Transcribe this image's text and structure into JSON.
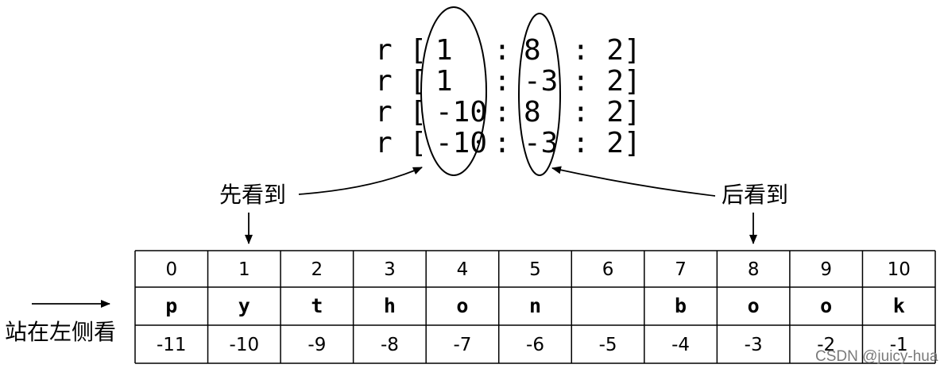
{
  "code_lines": [
    {
      "prefix": "r [",
      "start": "1",
      "sep1": ":",
      "stop": "8",
      "sep2": ": 2]"
    },
    {
      "prefix": "r [",
      "start": "1",
      "sep1": ":",
      "stop": "-3",
      "sep2": ": 2]"
    },
    {
      "prefix": "r [",
      "start": "-10",
      "sep1": ":",
      "stop": "8",
      "sep2": ": 2]"
    },
    {
      "prefix": "r [",
      "start": "-10",
      "sep1": ":",
      "stop": "-3",
      "sep2": ": 2]"
    }
  ],
  "annotations": {
    "first_seen": "先看到",
    "later_seen": "后看到",
    "view_from_left": "站在左侧看"
  },
  "table": {
    "positive_indices": [
      "0",
      "1",
      "2",
      "3",
      "4",
      "5",
      "6",
      "7",
      "8",
      "9",
      "10"
    ],
    "characters": [
      "p",
      "y",
      "t",
      "h",
      "o",
      "n",
      "",
      "b",
      "o",
      "o",
      "k"
    ],
    "negative_indices": [
      "-11",
      "-10",
      "-9",
      "-8",
      "-7",
      "-6",
      "-5",
      "-4",
      "-3",
      "-2",
      "-1"
    ]
  },
  "watermark": "CSDN @juicy-hua"
}
